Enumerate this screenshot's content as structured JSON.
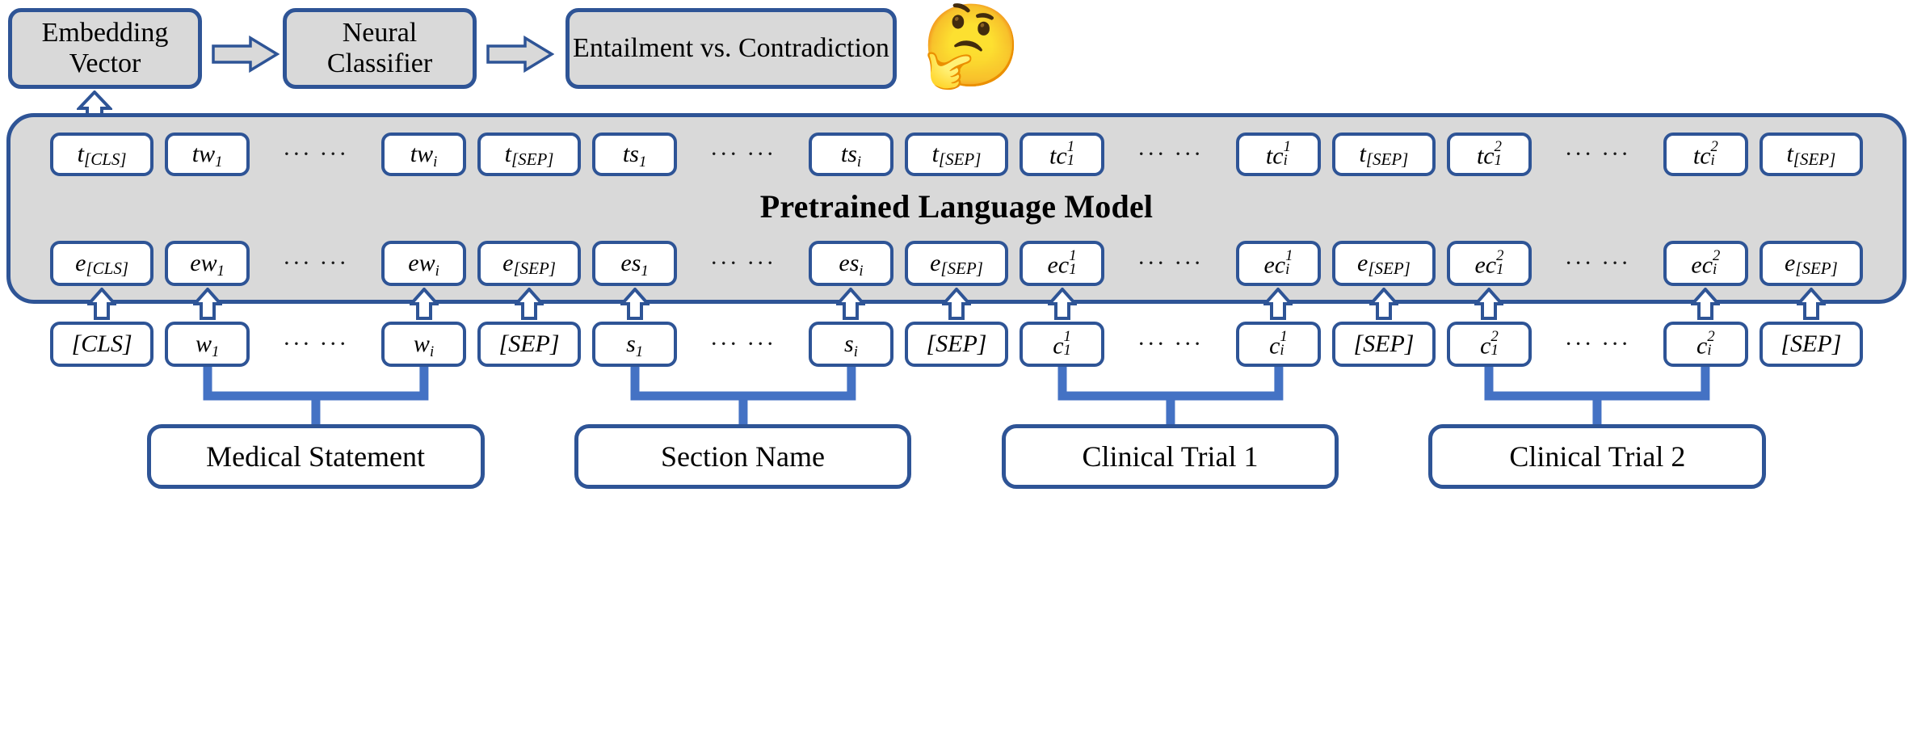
{
  "pipeline": {
    "boxes": [
      {
        "id": "embedding",
        "label": "Embedding\nVector"
      },
      {
        "id": "classifier",
        "label": "Neural\nClassifier"
      },
      {
        "id": "output",
        "label": "Entailment vs. Contradiction"
      }
    ],
    "arrows": [
      "block-arrow-right",
      "block-arrow-right"
    ],
    "emoji": "🤔"
  },
  "encoder": {
    "title": "Pretrained Language Model",
    "colors": {
      "outline": "#2E5496",
      "panel_fill": "#D9D9D9",
      "token_fill": "#FFFFFF",
      "connector": "#4472C4"
    }
  },
  "tokens": {
    "dots_text": "··· ···",
    "output_prefix": "t",
    "embedding_prefix": "e",
    "columns": [
      {
        "kind": "special",
        "base": "[CLS]"
      },
      {
        "kind": "var",
        "base": "w",
        "sub": "1"
      },
      {
        "kind": "dots"
      },
      {
        "kind": "var",
        "base": "w",
        "sub": "i"
      },
      {
        "kind": "special",
        "base": "[SEP]"
      },
      {
        "kind": "var",
        "base": "s",
        "sub": "1"
      },
      {
        "kind": "dots"
      },
      {
        "kind": "var",
        "base": "s",
        "sub": "i"
      },
      {
        "kind": "special",
        "base": "[SEP]"
      },
      {
        "kind": "var",
        "base": "c",
        "sub": "1",
        "sup": "1"
      },
      {
        "kind": "dots"
      },
      {
        "kind": "var",
        "base": "c",
        "sub": "i",
        "sup": "1"
      },
      {
        "kind": "special",
        "base": "[SEP]"
      },
      {
        "kind": "var",
        "base": "c",
        "sub": "1",
        "sup": "2"
      },
      {
        "kind": "dots"
      },
      {
        "kind": "var",
        "base": "c",
        "sub": "i",
        "sup": "2"
      },
      {
        "kind": "special",
        "base": "[SEP]"
      }
    ]
  },
  "inputs": [
    {
      "id": "medical-statement",
      "label": "Medical Statement",
      "from": 1,
      "to": 3
    },
    {
      "id": "section-name",
      "label": "Section Name",
      "from": 5,
      "to": 7
    },
    {
      "id": "clinical-trial-1",
      "label": "Clinical Trial 1",
      "from": 9,
      "to": 11
    },
    {
      "id": "clinical-trial-2",
      "label": "Clinical Trial 2",
      "from": 13,
      "to": 15
    }
  ]
}
